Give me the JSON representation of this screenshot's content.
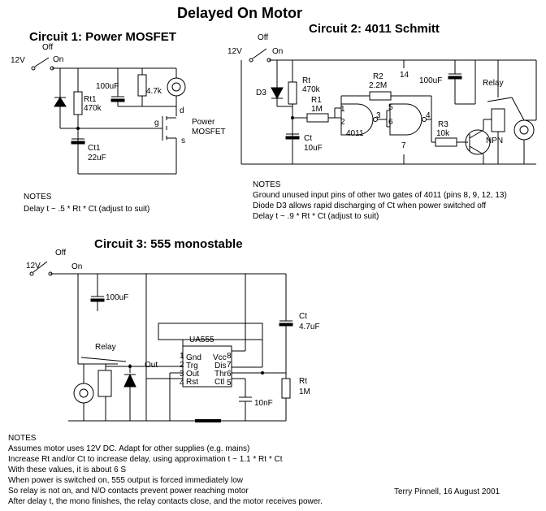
{
  "title": "Delayed On Motor",
  "circuit1": {
    "heading": "Circuit 1: Power MOSFET",
    "labels": {
      "v12": "12V",
      "off": "Off",
      "on": "On",
      "c100": "100uF",
      "r47": "4.7k",
      "rt1a": "Rt1",
      "rt1b": "470k",
      "d": "d",
      "g": "g",
      "s": "s",
      "mos1": "Power",
      "mos2": "MOSFET",
      "ct1a": "Ct1",
      "ct1b": "22uF"
    },
    "notes": [
      "NOTES",
      "Delay t ~ .5 * Rt * Ct    (adjust to suit)"
    ]
  },
  "circuit2": {
    "heading": "Circuit 2: 4011 Schmitt",
    "labels": {
      "v12": "12V",
      "off": "Off",
      "on": "On",
      "d3": "D3",
      "rta": "Rt",
      "rtb": "470k",
      "r1a": "R1",
      "r1b": "1M",
      "cta": "Ct",
      "ctb": "10uF",
      "r2a": "R2",
      "r2b": "2.2M",
      "p14": "14",
      "c100": "100uF",
      "relay": "Relay",
      "p1": "1",
      "p2": "2",
      "p3": "3",
      "p5": "5",
      "p6": "6",
      "p4": "4",
      "ic": "4011",
      "r3a": "R3",
      "r3b": "10k",
      "npn": "NPN",
      "p7": "7"
    },
    "notes": [
      "NOTES",
      "Ground unused input pins of other two gates of 4011 (pins 8, 9, 12, 13)",
      "Diode D3 allows rapid discharging of Ct when power switched off",
      "Delay t ~ .9 * Rt * Ct    (adjust to suit)"
    ]
  },
  "circuit3": {
    "heading": "Circuit 3: 555 monostable",
    "labels": {
      "v12": "12V",
      "off": "Off",
      "on": "On",
      "c100": "100uF",
      "cta": "Ct",
      "ctb": "4.7uF",
      "ic": "UA555",
      "relay": "Relay",
      "out": "Out",
      "p1": "1",
      "p2": "2",
      "p3": "3",
      "p4": "4",
      "p8": "8",
      "p7": "7",
      "p6": "6",
      "p5": "5",
      "gnd": "Gnd",
      "trg": "Trg",
      "outpin": "Out",
      "rst": "Rst",
      "vcc": "Vcc",
      "dis": "Dis",
      "thr": "Thr",
      "ctl": "Ctl",
      "rta": "Rt",
      "rtb": "1M",
      "c10n": "10nF"
    },
    "notes": [
      "NOTES",
      "Assumes motor uses 12V DC. Adapt for other supplies (e.g. mains)",
      "Increase Rt and/or Ct to increase delay, using approximation t ~ 1.1 * Rt * Ct",
      "With these values, it is about 6 S",
      "When power is switched on, 555 output is forced immediately low",
      "So relay is not on, and N/O contacts prevent power reaching motor",
      "After delay t, the mono finishes, the relay contacts close, and the motor receives power."
    ]
  },
  "author": "Terry Pinnell, 16 August 2001"
}
